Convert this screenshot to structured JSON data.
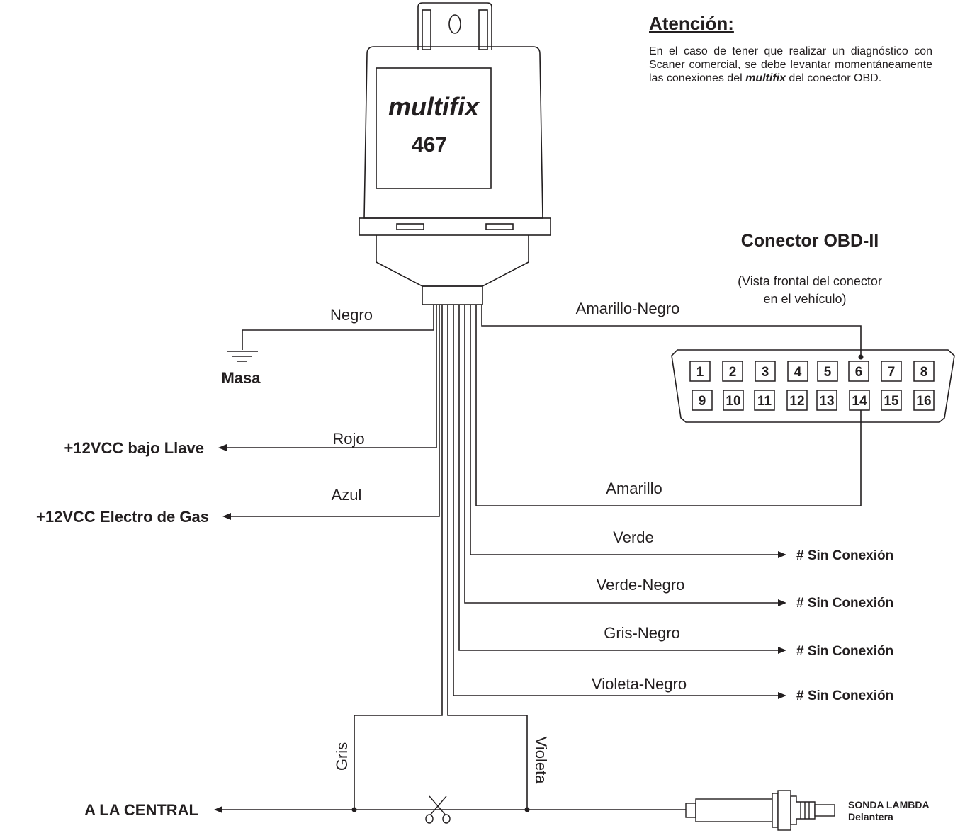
{
  "note": {
    "title": "Atención:",
    "text_before": "En el caso de tener que realizar un diagnóstico con Scaner comercial, se debe levantar momentáneamente las conexiones del ",
    "brand": "multifix",
    "text_after": " del conector OBD."
  },
  "module": {
    "brand": "multifix",
    "model": "467"
  },
  "obd": {
    "title": "Conector OBD-II",
    "subtitle_line1": "(Vista frontal del conector",
    "subtitle_line2": "en el vehículo)",
    "pins_top": [
      "1",
      "2",
      "3",
      "4",
      "5",
      "6",
      "7",
      "8"
    ],
    "pins_bottom": [
      "9",
      "10",
      "11",
      "12",
      "13",
      "14",
      "15",
      "16"
    ]
  },
  "wires": {
    "negro": "Negro",
    "rojo": "Rojo",
    "azul": "Azul",
    "amarillo_negro": "Amarillo-Negro",
    "amarillo": "Amarillo",
    "verde": "Verde",
    "verde_negro": "Verde-Negro",
    "gris_negro": "Gris-Negro",
    "violeta_negro": "Violeta-Negro",
    "gris": "Gris",
    "violeta": "Violeta"
  },
  "targets": {
    "masa": "Masa",
    "llave": "+12VCC bajo Llave",
    "electro_gas": "+12VCC Electro de Gas",
    "sin_conexion": "# Sin Conexión",
    "central": "A LA CENTRAL",
    "sonda_line1": "SONDA LAMBDA",
    "sonda_line2": "Delantera"
  },
  "colors": {
    "ink": "#231f20",
    "background": "#ffffff"
  }
}
